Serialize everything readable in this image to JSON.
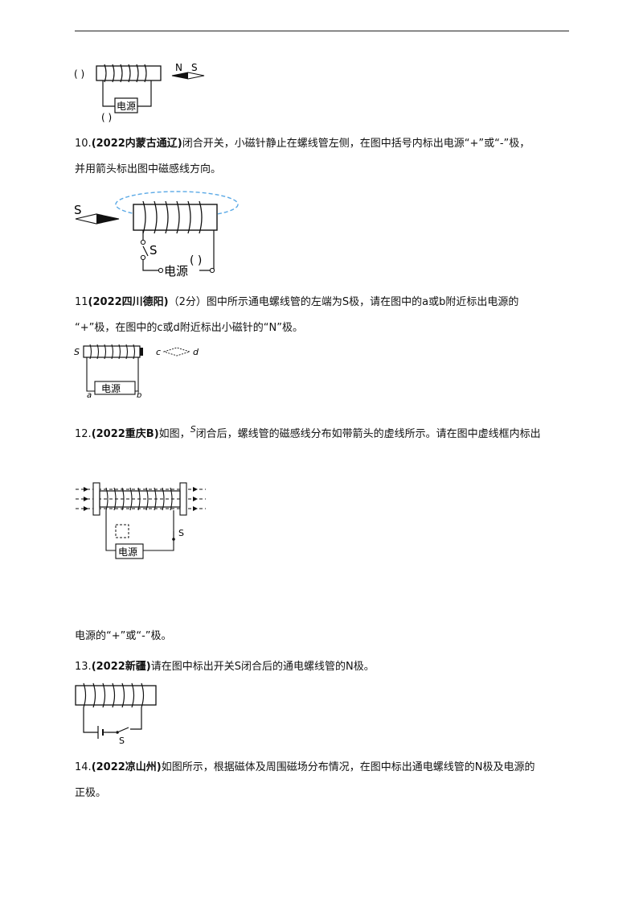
{
  "q9": {
    "bracket": "(   )",
    "magnet_n": "N",
    "magnet_s": "S",
    "power": "电源",
    "power_bracket": "(   )"
  },
  "q10": {
    "number": "10.",
    "source": "(2022内蒙古通辽)",
    "text1": "闭合开关，小磁针静止在螺线管左侧，在图中括号内标出电源“+”或“-”极，",
    "text2": "并用箭头标出图中磁感线方向。",
    "needle_label": "S",
    "switch_label": "S",
    "power": "电源",
    "power_bracket": "(   )"
  },
  "q11": {
    "number": "11",
    "source": "(2022四川德阳)",
    "score": "（2分）",
    "text1": "图中所示通电螺线管的左端为S极，请在图中的a或b附近标出电源的",
    "text2": "“+”极，在图中的c或d附近标出小磁针的“N”极。",
    "pole_label": "S",
    "c_label": "c",
    "d_label": "d",
    "a_label": "a",
    "b_label": "b",
    "power": "电源"
  },
  "q12": {
    "number": "12.",
    "source": "(2022重庆B)",
    "text_a": "如图，",
    "switch_inline": "S",
    "text_b": "闭合后，螺线管的磁感线分布如带箭头的虚线所示。请在图中虚线框内标出",
    "text_c": "电源的“+”或“-”极。",
    "switch_label": "S",
    "power": "电源"
  },
  "q13": {
    "number": "13.",
    "source": "(2022新疆)",
    "text": "请在图中标出开关S闭合后的通电螺线管的N极。",
    "switch_label": "S"
  },
  "q14": {
    "number": "14.",
    "source": "(2022凉山州)",
    "text1": "如图所示，根据磁体及周围磁场分布情况，在图中标出通电螺线管的N极及电源的",
    "text2": "正极。"
  },
  "colors": {
    "field_line": "#5aa9e6",
    "ink": "#111111"
  }
}
